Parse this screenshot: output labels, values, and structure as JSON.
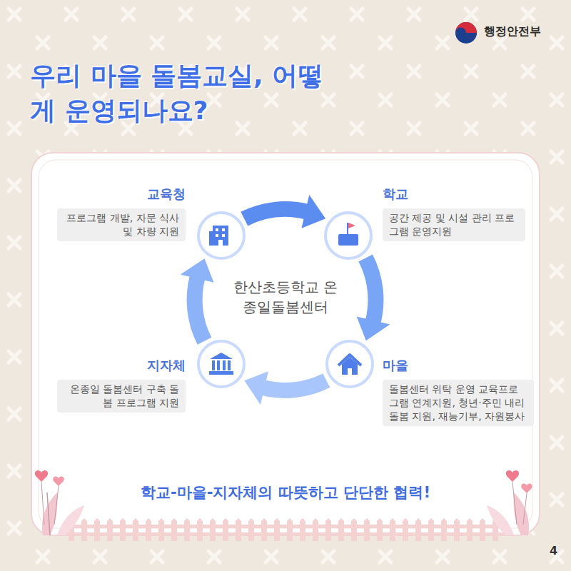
{
  "diagram": {
    "title": "우리 마을 돌봄교실, 어떻게 운영되나요?",
    "caption": "학교-마을-지자체의 따뜻하고 단단한 협력!",
    "nodes": [
      {
        "text": [
          "교육청",
          "프로그램 개발, 자문 식사 및 차량 지원"
        ]
      },
      {
        "text": [
          "학교",
          "공간 제공 및 시설 관리 프로그램 운영지원"
        ]
      },
      {
        "text": [
          "지자체",
          "온종일 돌봄센터 구축 돌봄 프로그램 지원"
        ]
      },
      {
        "text": [
          "마을",
          "돌봄센터 위탁 운영 교육프로그램 연계지원, 청년·주민 내리돌봄 지원, 재능기부, 자원봉사"
        ]
      }
    ],
    "edges": [
      {
        "from": 0,
        "to": 1,
        "arrow": "to"
      },
      {
        "from": 1,
        "to": 3,
        "arrow": "to"
      },
      {
        "from": 3,
        "to": 2,
        "arrow": "to"
      },
      {
        "from": 2,
        "to": 0,
        "arrow": "to"
      }
    ],
    "labels": [
      "행정안전부",
      "한산초등학교 온종일돌봄센터",
      "4"
    ]
  }
}
